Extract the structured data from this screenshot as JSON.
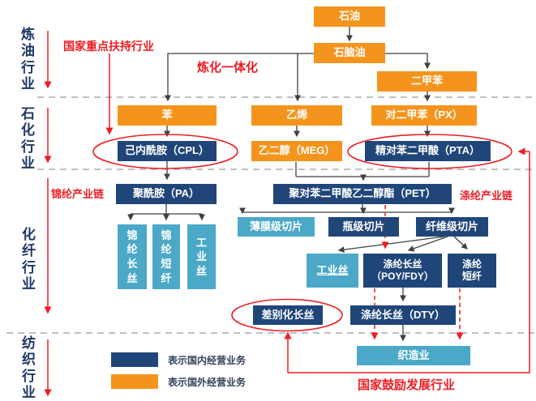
{
  "colors": {
    "domestic_navy": "#204679",
    "foreign_orange": "#F5941D",
    "teal": "#4BA9C7",
    "highlight_red": "#EE1D23",
    "label_navy": "#1F3864",
    "connector_gray": "#404040",
    "divider_gray": "#ABABAB"
  },
  "industries": [
    {
      "label": "炼油行业"
    },
    {
      "label": "石化行业"
    },
    {
      "label": "化纤行业"
    },
    {
      "label": "纺织行业"
    }
  ],
  "annotations": {
    "key_support": "国家重点扶持行业",
    "integration": "炼化一体化",
    "nylon_chain": "锦纶产业链",
    "polyester_chain": "涤纶产业链",
    "encouraged": "国家鼓励发展行业"
  },
  "nodes": {
    "petroleum": {
      "label": "石油"
    },
    "naphtha": {
      "label": "石脑油"
    },
    "xylene": {
      "label": "二甲苯"
    },
    "benzene": {
      "label": "苯"
    },
    "ethylene": {
      "label": "乙烯"
    },
    "px": {
      "label": "对二甲苯（PX）"
    },
    "cpl": {
      "label": "己内酰胺（CPL）"
    },
    "meg": {
      "label": "乙二醇（MEG）"
    },
    "pta": {
      "label": "精对苯二甲酸（PTA）"
    },
    "pa": {
      "label": "聚酰胺（PA）"
    },
    "pet": {
      "label": "聚对苯二甲酸乙二醇酯（PET）"
    },
    "film_chip": {
      "label": "薄膜级切片"
    },
    "bottle_chip": {
      "label": "瓶级切片"
    },
    "fiber_chip": {
      "label": "纤维级切片"
    },
    "nylon_filament": {
      "label": "锦纶长丝"
    },
    "nylon_staple": {
      "label": "锦纶短纤"
    },
    "nylon_industrial_yarn": {
      "label": "工业丝"
    },
    "industrial_yarn": {
      "label": "工业丝"
    },
    "poy_fdy": {
      "line1": "涤纶长丝",
      "line2": "（POY/FDY）"
    },
    "polyester_staple": {
      "line1": "涤纶",
      "line2": "短纤"
    },
    "differentiated_filament": {
      "label": "差别化长丝"
    },
    "dty": {
      "label": "涤纶长丝（DTY）"
    },
    "weaving": {
      "label": "织造业"
    }
  },
  "legend": {
    "items": [
      {
        "label": "表示国内经营业务",
        "color": "#204679"
      },
      {
        "label": "表示国外经营业务",
        "color": "#F5941D"
      }
    ]
  }
}
